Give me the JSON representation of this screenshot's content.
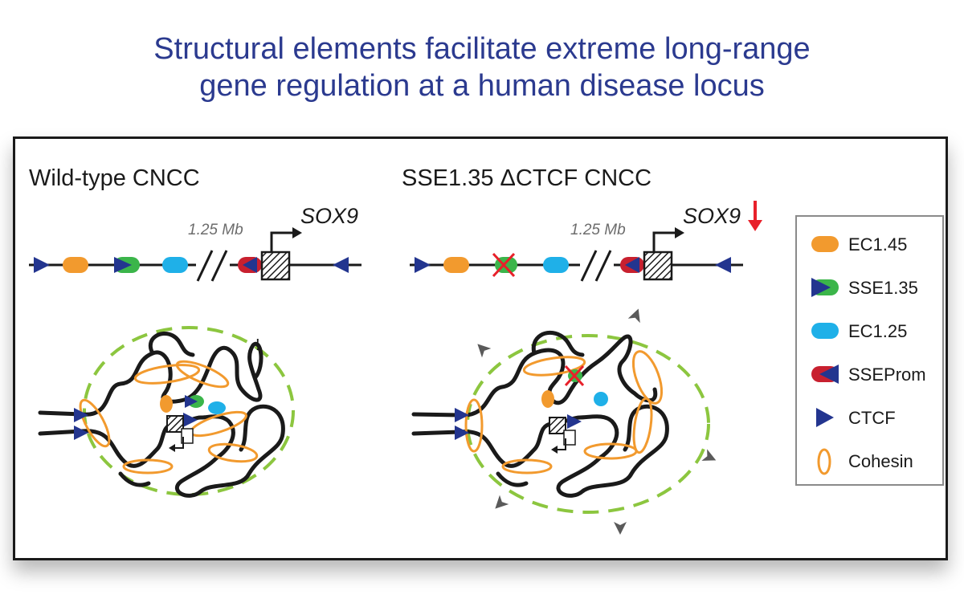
{
  "title": {
    "line1": "Structural elements facilitate extreme long-range",
    "line2": "gene regulation at a human disease locus"
  },
  "panels": {
    "left": {
      "label": "Wild-type CNCC",
      "gene": "SOX9",
      "distance": "1.25 Mb"
    },
    "right": {
      "label": "SSE1.35 ΔCTCF CNCC",
      "gene": "SOX9",
      "distance": "1.25 Mb"
    }
  },
  "legend": {
    "items": [
      {
        "label": "EC1.45",
        "icon": "orange-oval-icon"
      },
      {
        "label": "SSE1.35",
        "icon": "green-blue-element-icon"
      },
      {
        "label": "EC1.25",
        "icon": "blue-oval-icon"
      },
      {
        "label": "SSEProm",
        "icon": "red-blue-element-icon"
      },
      {
        "label": "CTCF",
        "icon": "triangle-icon"
      },
      {
        "label": "Cohesin",
        "icon": "ring-icon"
      }
    ]
  },
  "colors": {
    "title": "#2b3a8f",
    "ec145": "#f29a2e",
    "sse135": "#3bb54a",
    "ec125": "#1fb0e8",
    "sseprom": "#c8202f",
    "ctcf": "#23358f",
    "cohesin": "#f29a2e",
    "tad_boundary": "#8cc63f",
    "downregulation_arrow": "#e8202a"
  }
}
